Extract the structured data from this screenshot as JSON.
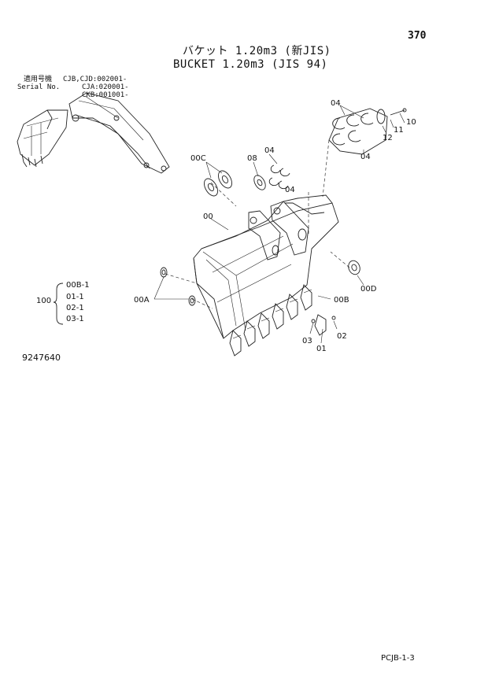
{
  "page_number": "370",
  "title_jp": "バケット 1.20m3 (新JIS)",
  "title_en": "BUCKET 1.20m3 (JIS 94)",
  "serial": {
    "label_jp": "適用号機",
    "label_en": "Serial No.",
    "values": [
      "CJB,CJD:002001-",
      "CJA:020001-",
      "CKB:001001-"
    ]
  },
  "parts": {
    "p04_a": "04",
    "p04_b": "04",
    "p04_c": "04",
    "p04_d": "04",
    "p10": "10",
    "p11": "11",
    "p12": "12",
    "p00C": "00C",
    "p08": "08",
    "p00": "00",
    "p00A": "00A",
    "p00B": "00B",
    "p00D": "00D",
    "p01": "01",
    "p02": "02",
    "p03": "03"
  },
  "kit": {
    "number": "100",
    "items": [
      "00B-1",
      "01-1",
      "02-1",
      "03-1"
    ]
  },
  "drawing_number": "9247640",
  "footer_code": "PCJB-1-3"
}
